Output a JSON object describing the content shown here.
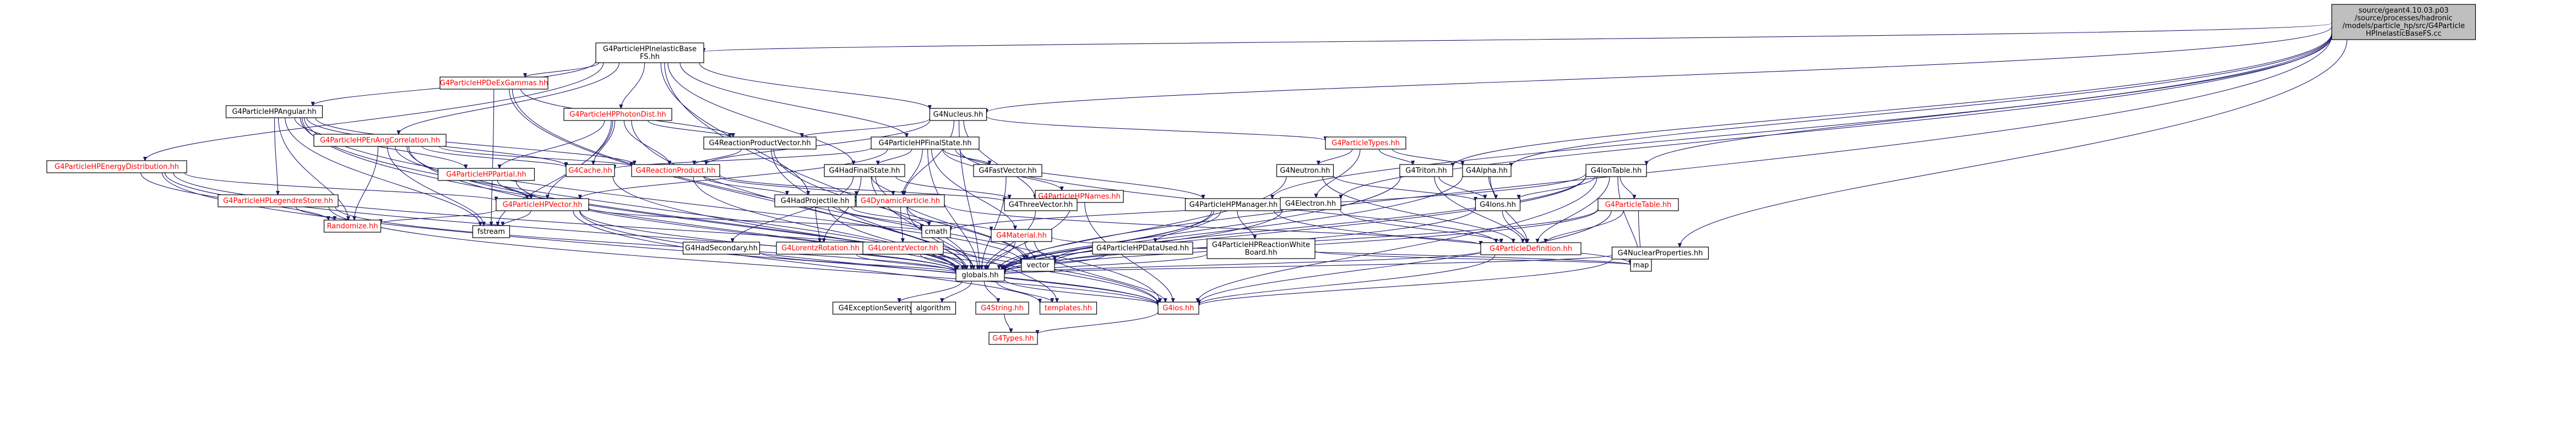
{
  "colors": {
    "edge": "#191970",
    "red_text": "#ff0000",
    "root_fill": "#bfbfbf"
  },
  "nodes": [
    {
      "id": "root",
      "lines": [
        "source/geant4.10.03.p03",
        "/source/processes/hadronic",
        "/models/particle_hp/src/G4Particle",
        "HPInelasticBaseFS.cc"
      ],
      "root": true
    },
    {
      "id": "inelbase",
      "lines": [
        "G4ParticleHPInelasticBase",
        "FS.hh"
      ]
    },
    {
      "id": "angular",
      "lines": [
        "G4ParticleHPAngular.hh"
      ]
    },
    {
      "id": "deexgamma",
      "lines": [
        "G4ParticleHPDeExGammas.hh"
      ],
      "red": true
    },
    {
      "id": "photondist",
      "lines": [
        "G4ParticleHPPhotonDist.hh"
      ],
      "red": true
    },
    {
      "id": "nucleus",
      "lines": [
        "G4Nucleus.hh"
      ]
    },
    {
      "id": "finalstate",
      "lines": [
        "G4ParticleHPFinalState.hh"
      ]
    },
    {
      "id": "angcorr",
      "lines": [
        "G4ParticleHPEnAngCorrelation.hh"
      ],
      "red": true
    },
    {
      "id": "prodvector",
      "lines": [
        "G4ReactionProductVector.hh"
      ]
    },
    {
      "id": "particletypes",
      "lines": [
        "G4ParticleTypes.hh"
      ],
      "red": true
    },
    {
      "id": "energydist",
      "lines": [
        "G4ParticleHPEnergyDistribution.hh"
      ],
      "red": true
    },
    {
      "id": "legendre",
      "lines": [
        "G4ParticleHPLegendreStore.hh"
      ],
      "red": true
    },
    {
      "id": "partial",
      "lines": [
        "G4ParticleHPPartial.hh"
      ],
      "red": true
    },
    {
      "id": "cache",
      "lines": [
        "G4Cache.hh"
      ],
      "red": true
    },
    {
      "id": "reactionproduct",
      "lines": [
        "G4ReactionProduct.hh"
      ],
      "red": true
    },
    {
      "id": "hadfinal",
      "lines": [
        "G4HadFinalState.hh"
      ]
    },
    {
      "id": "fastvector",
      "lines": [
        "G4FastVector.hh"
      ]
    },
    {
      "id": "hpnames",
      "lines": [
        "G4ParticleHPNames.hh"
      ],
      "red": true
    },
    {
      "id": "neutron",
      "lines": [
        "G4Neutron.hh"
      ]
    },
    {
      "id": "triton",
      "lines": [
        "G4Triton.hh"
      ]
    },
    {
      "id": "alpha",
      "lines": [
        "G4Alpha.hh"
      ]
    },
    {
      "id": "iontable",
      "lines": [
        "G4IonTable.hh"
      ]
    },
    {
      "id": "hpvector",
      "lines": [
        "G4ParticleHPVector.hh"
      ],
      "red": true
    },
    {
      "id": "hadprojectile",
      "lines": [
        "G4HadProjectile.hh"
      ]
    },
    {
      "id": "dynparticle",
      "lines": [
        "G4DynamicParticle.hh"
      ],
      "red": true
    },
    {
      "id": "threevector",
      "lines": [
        "G4ThreeVector.hh"
      ]
    },
    {
      "id": "hpmanager",
      "lines": [
        "G4ParticleHPManager.hh"
      ]
    },
    {
      "id": "electron",
      "lines": [
        "G4Electron.hh"
      ]
    },
    {
      "id": "ions",
      "lines": [
        "G4Ions.hh"
      ]
    },
    {
      "id": "particletable",
      "lines": [
        "G4ParticleTable.hh"
      ],
      "red": true
    },
    {
      "id": "randomize",
      "lines": [
        "Randomize.hh"
      ],
      "red": true
    },
    {
      "id": "fstream",
      "lines": [
        "fstream"
      ]
    },
    {
      "id": "hadsecondary",
      "lines": [
        "G4HadSecondary.hh"
      ]
    },
    {
      "id": "lorentzrotation",
      "lines": [
        "G4LorentzRotation.hh"
      ],
      "red": true
    },
    {
      "id": "cmath",
      "lines": [
        "cmath"
      ]
    },
    {
      "id": "lorentzvector",
      "lines": [
        "G4LorentzVector.hh"
      ],
      "red": true
    },
    {
      "id": "material",
      "lines": [
        "G4Material.hh"
      ],
      "red": true
    },
    {
      "id": "datauload",
      "lines": [
        "G4ParticleHPDataUsed.hh"
      ]
    },
    {
      "id": "whiteboard",
      "lines": [
        "G4ParticleHPReactionWhite",
        "Board.hh"
      ]
    },
    {
      "id": "particledef",
      "lines": [
        "G4ParticleDefinition.hh"
      ],
      "red": true
    },
    {
      "id": "nuclearprops",
      "lines": [
        "G4NuclearProperties.hh"
      ]
    },
    {
      "id": "vector",
      "lines": [
        "vector"
      ]
    },
    {
      "id": "map",
      "lines": [
        "map"
      ]
    },
    {
      "id": "globals",
      "lines": [
        "globals.hh"
      ]
    },
    {
      "id": "exception",
      "lines": [
        "G4ExceptionSeverity.hh"
      ]
    },
    {
      "id": "algorithm",
      "lines": [
        "algorithm"
      ]
    },
    {
      "id": "g4string",
      "lines": [
        "G4String.hh"
      ],
      "red": true
    },
    {
      "id": "templates",
      "lines": [
        "templates.hh"
      ],
      "red": true
    },
    {
      "id": "g4ios",
      "lines": [
        "G4ios.hh"
      ],
      "red": true
    },
    {
      "id": "g4types",
      "lines": [
        "G4Types.hh"
      ],
      "red": true
    }
  ],
  "edges": [
    [
      "root",
      "inelbase"
    ],
    [
      "root",
      "nucleus"
    ],
    [
      "root",
      "hpmanager"
    ],
    [
      "root",
      "electron"
    ],
    [
      "root",
      "triton"
    ],
    [
      "root",
      "alpha"
    ],
    [
      "root",
      "iontable"
    ],
    [
      "root",
      "nuclearprops"
    ],
    [
      "root",
      "globals"
    ],
    [
      "inelbase",
      "angular"
    ],
    [
      "inelbase",
      "deexgamma"
    ],
    [
      "inelbase",
      "photondist"
    ],
    [
      "inelbase",
      "nucleus"
    ],
    [
      "inelbase",
      "finalstate"
    ],
    [
      "inelbase",
      "angcorr"
    ],
    [
      "inelbase",
      "energydist"
    ],
    [
      "inelbase",
      "hadfinal"
    ],
    [
      "inelbase",
      "hadprojectile"
    ],
    [
      "inelbase",
      "globals"
    ],
    [
      "angular",
      "legendre"
    ],
    [
      "angular",
      "partial"
    ],
    [
      "angular",
      "cache"
    ],
    [
      "angular",
      "reactionproduct"
    ],
    [
      "angular",
      "randomize"
    ],
    [
      "angular",
      "fstream"
    ],
    [
      "angular",
      "globals"
    ],
    [
      "angular",
      "g4ios"
    ],
    [
      "angular",
      "vector"
    ],
    [
      "deexgamma",
      "prodvector"
    ],
    [
      "deexgamma",
      "fstream"
    ],
    [
      "deexgamma",
      "g4ios"
    ],
    [
      "deexgamma",
      "globals"
    ],
    [
      "photondist",
      "prodvector"
    ],
    [
      "photondist",
      "cache"
    ],
    [
      "photondist",
      "reactionproduct"
    ],
    [
      "photondist",
      "partial"
    ],
    [
      "photondist",
      "hpvector"
    ],
    [
      "photondist",
      "globals"
    ],
    [
      "photondist",
      "fstream"
    ],
    [
      "nucleus",
      "prodvector"
    ],
    [
      "nucleus",
      "particletypes"
    ],
    [
      "nucleus",
      "threevector"
    ],
    [
      "nucleus",
      "reactionproduct"
    ],
    [
      "nucleus",
      "dynparticle"
    ],
    [
      "nucleus",
      "globals"
    ],
    [
      "finalstate",
      "cache"
    ],
    [
      "finalstate",
      "hadfinal"
    ],
    [
      "finalstate",
      "fastvector"
    ],
    [
      "finalstate",
      "hpnames"
    ],
    [
      "finalstate",
      "hpmanager"
    ],
    [
      "finalstate",
      "dynparticle"
    ],
    [
      "finalstate",
      "particledef"
    ],
    [
      "finalstate",
      "material"
    ],
    [
      "finalstate",
      "hpvector"
    ],
    [
      "finalstate",
      "globals"
    ],
    [
      "angcorr",
      "reactionproduct"
    ],
    [
      "angcorr",
      "hpvector"
    ],
    [
      "angcorr",
      "cache"
    ],
    [
      "angcorr",
      "randomize"
    ],
    [
      "angcorr",
      "fstream"
    ],
    [
      "angcorr",
      "g4ios"
    ],
    [
      "angcorr",
      "globals"
    ],
    [
      "prodvector",
      "reactionproduct"
    ],
    [
      "prodvector",
      "vector"
    ],
    [
      "prodvector",
      "templates"
    ],
    [
      "particletypes",
      "neutron"
    ],
    [
      "particletypes",
      "triton"
    ],
    [
      "particletypes",
      "alpha"
    ],
    [
      "particletypes",
      "electron"
    ],
    [
      "energydist",
      "hpvector"
    ],
    [
      "energydist",
      "randomize"
    ],
    [
      "energydist",
      "globals"
    ],
    [
      "energydist",
      "g4ios"
    ],
    [
      "energydist",
      "vector"
    ],
    [
      "legendre",
      "randomize"
    ],
    [
      "legendre",
      "g4ios"
    ],
    [
      "legendre",
      "globals"
    ],
    [
      "partial",
      "hpvector"
    ],
    [
      "partial",
      "globals"
    ],
    [
      "cache",
      "globals"
    ],
    [
      "reactionproduct",
      "dynparticle"
    ],
    [
      "reactionproduct",
      "hadprojectile"
    ],
    [
      "reactionproduct",
      "globals"
    ],
    [
      "reactionproduct",
      "threevector"
    ],
    [
      "hadfinal",
      "hadsecondary"
    ],
    [
      "hadfinal",
      "lorentzrotation"
    ],
    [
      "hadfinal",
      "dynparticle"
    ],
    [
      "hadfinal",
      "threevector"
    ],
    [
      "hadfinal",
      "globals"
    ],
    [
      "hadfinal",
      "vector"
    ],
    [
      "fastvector",
      "globals"
    ],
    [
      "hpnames",
      "globals"
    ],
    [
      "hpnames",
      "g4ios"
    ],
    [
      "neutron",
      "ions"
    ],
    [
      "neutron",
      "particledef"
    ],
    [
      "neutron",
      "globals"
    ],
    [
      "triton",
      "ions"
    ],
    [
      "triton",
      "particledef"
    ],
    [
      "triton",
      "globals"
    ],
    [
      "alpha",
      "ions"
    ],
    [
      "alpha",
      "particledef"
    ],
    [
      "alpha",
      "globals"
    ],
    [
      "iontable",
      "ions"
    ],
    [
      "iontable",
      "particledef"
    ],
    [
      "iontable",
      "particletable"
    ],
    [
      "iontable",
      "vector"
    ],
    [
      "iontable",
      "map"
    ],
    [
      "iontable",
      "globals"
    ],
    [
      "iontable",
      "cmath"
    ],
    [
      "iontable",
      "g4ios"
    ],
    [
      "hpvector",
      "randomize"
    ],
    [
      "hpvector",
      "fstream"
    ],
    [
      "hpvector",
      "globals"
    ],
    [
      "hpvector",
      "g4ios"
    ],
    [
      "hpvector",
      "templates"
    ],
    [
      "hpvector",
      "cmath"
    ],
    [
      "hadprojectile",
      "lorentzrotation"
    ],
    [
      "hadprojectile",
      "dynparticle"
    ],
    [
      "hadprojectile",
      "material"
    ],
    [
      "hadprojectile",
      "globals"
    ],
    [
      "hadprojectile",
      "cmath"
    ],
    [
      "dynparticle",
      "lorentzvector"
    ],
    [
      "dynparticle",
      "particledef"
    ],
    [
      "dynparticle",
      "globals"
    ],
    [
      "dynparticle",
      "cmath"
    ],
    [
      "threevector",
      "globals"
    ],
    [
      "hpmanager",
      "datauload"
    ],
    [
      "hpmanager",
      "whiteboard"
    ],
    [
      "hpmanager",
      "globals"
    ],
    [
      "hpmanager",
      "map"
    ],
    [
      "hpmanager",
      "vector"
    ],
    [
      "electron",
      "particledef"
    ],
    [
      "electron",
      "globals"
    ],
    [
      "ions",
      "particledef"
    ],
    [
      "ions",
      "globals"
    ],
    [
      "particletable",
      "particledef"
    ],
    [
      "particletable",
      "globals"
    ],
    [
      "particletable",
      "map"
    ],
    [
      "particletable",
      "vector"
    ],
    [
      "particletable",
      "g4ios"
    ],
    [
      "hadsecondary",
      "globals"
    ],
    [
      "lorentzrotation",
      "globals"
    ],
    [
      "lorentzvector",
      "globals"
    ],
    [
      "material",
      "globals"
    ],
    [
      "material",
      "vector"
    ],
    [
      "material",
      "g4ios"
    ],
    [
      "material",
      "map"
    ],
    [
      "datauload",
      "globals"
    ],
    [
      "whiteboard",
      "globals"
    ],
    [
      "whiteboard",
      "map"
    ],
    [
      "particledef",
      "globals"
    ],
    [
      "particledef",
      "g4ios"
    ],
    [
      "nuclearprops",
      "globals"
    ],
    [
      "nuclearprops",
      "g4ios"
    ],
    [
      "globals",
      "exception"
    ],
    [
      "globals",
      "algorithm"
    ],
    [
      "globals",
      "g4string"
    ],
    [
      "globals",
      "templates"
    ],
    [
      "globals",
      "g4ios"
    ],
    [
      "g4string",
      "g4types"
    ],
    [
      "g4ios",
      "g4types"
    ]
  ]
}
